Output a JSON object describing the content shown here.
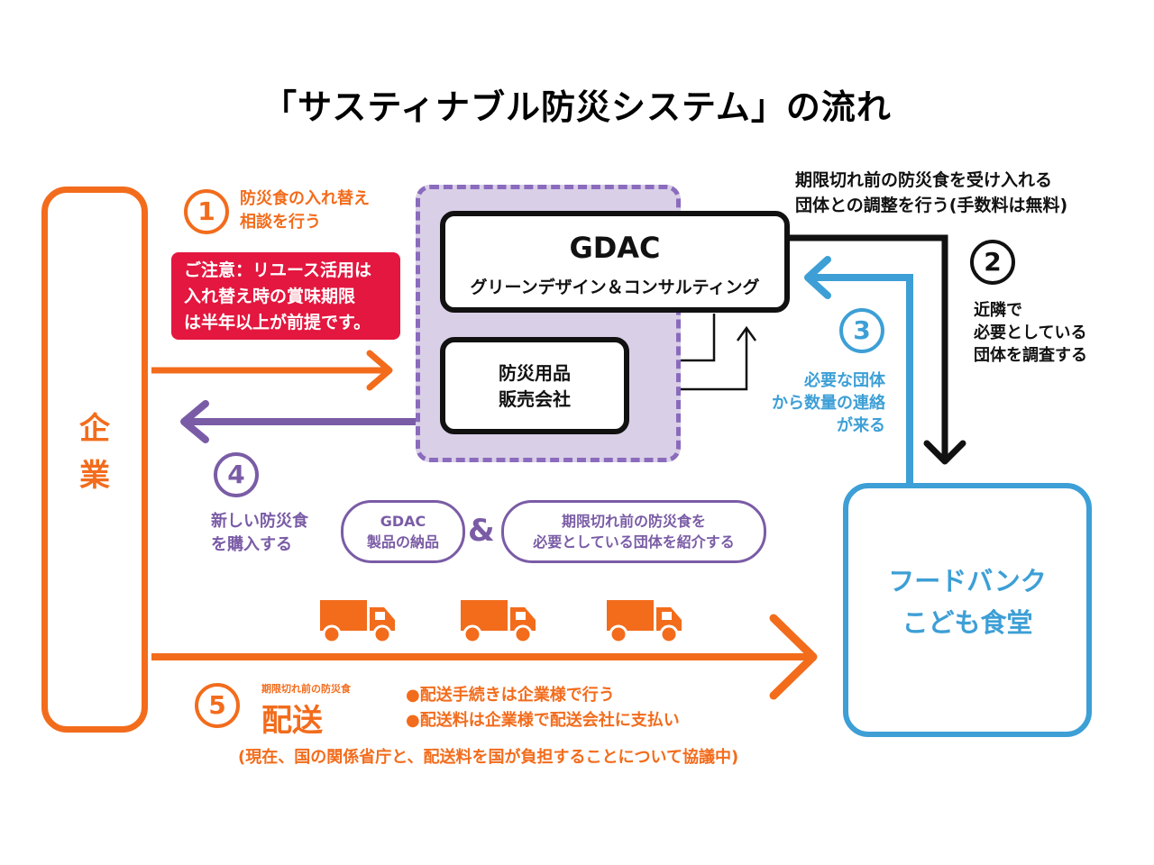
{
  "title": "「サスティナブル防災システム」の流れ",
  "kigyo": {
    "label_line1": "企",
    "label_line2": "業"
  },
  "gdac": {
    "title": "GDAC",
    "subtitle": "グリーンデザイン＆コンサルティング"
  },
  "bousai_shop": {
    "line1": "防災用品",
    "line2": "販売会社"
  },
  "foodbank": {
    "line1": "フードバンク",
    "line2": "こども食堂"
  },
  "step1": {
    "number": "1",
    "line1": "防災食の入れ替え",
    "line2": "相談を行う"
  },
  "caution": {
    "line1": "ご注意：リユース活用は",
    "line2": "入れ替え時の賞味期限",
    "line3": "は半年以上が前提です。"
  },
  "step2": {
    "number": "2",
    "top_line1": "期限切れ前の防災食を受け入れる",
    "top_line2": "団体との調整を行う(手数料は無料)",
    "line1": "近隣で",
    "line2": "必要としている",
    "line3": "団体を調査する"
  },
  "step3": {
    "number": "3",
    "line1": "必要な団体",
    "line2": "から数量の連絡",
    "line3": "が来る"
  },
  "step4": {
    "number": "4",
    "line1": "新しい防災食",
    "line2": "を購入する",
    "pill1_line1": "GDAC",
    "pill1_line2": "製品の納品",
    "ampersand": "&",
    "pill2_line1": "期限切れ前の防災食を",
    "pill2_line2": "必要としている団体を紹介する"
  },
  "step5": {
    "number": "5",
    "small_label": "期限切れ前の防災食",
    "label": "配送",
    "bullet1": "●配送手続きは企業様で行う",
    "bullet2": "●配送料は企業様で配送会社に支払い",
    "note": "(現在、国の関係省庁と、配送料を国が負担することについて協議中)"
  },
  "colors": {
    "orange": "#f26c1c",
    "purple": "#7a5ca6",
    "purple_fill": "#d9cfe7",
    "blue": "#3d9fd6",
    "red": "#e3173f",
    "black": "#111111"
  },
  "icons": [
    "truck-icon",
    "truck-icon",
    "truck-icon"
  ]
}
